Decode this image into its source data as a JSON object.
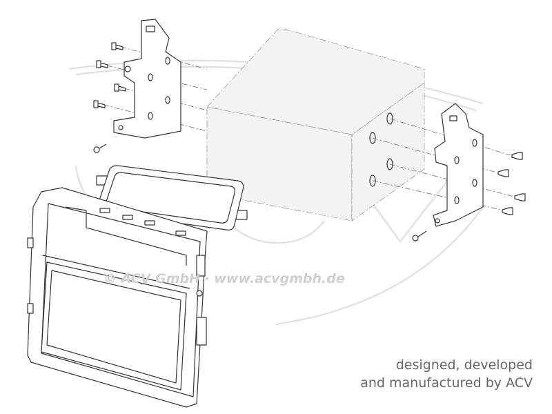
{
  "watermark": {
    "logo_text": "ACV",
    "copyright": "© ACV GmbH · www.acvgmbh.de"
  },
  "tagline": {
    "line1": "designed, developed",
    "line2": "and manufactured by ACV"
  },
  "colors": {
    "line": "#333333",
    "watermark": "#e2e2e2",
    "tagline": "#666666"
  }
}
